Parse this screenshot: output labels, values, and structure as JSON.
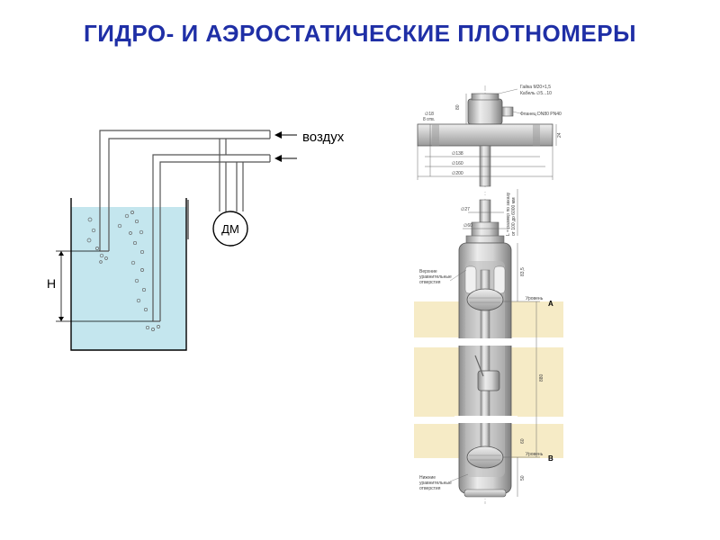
{
  "title": "ГИДРО- И АЭРОСТАТИЧЕСКИЕ ПЛОТНОМЕРЫ",
  "colors": {
    "title": "#1f2fa6",
    "liquid": "#c4e6ee",
    "zone": "#f6ebc6",
    "device": "#c8c8c8"
  },
  "left_diagram": {
    "air_label": "воздух",
    "gauge_label": "ДМ",
    "height_label": "H"
  },
  "right_diagram": {
    "callouts": {
      "nut": "Гайка М20×1,5",
      "cable": "Кабель ∅5...10",
      "flange": "Фланец DN80 PN40",
      "upper_holes_1": "Верхние",
      "upper_holes_2": "уравнительные",
      "upper_holes_3": "отверстия",
      "lower_holes_1": "Нижние",
      "lower_holes_2": "уравнительные",
      "lower_holes_3": "отверстия",
      "level_a_text": "Уровень",
      "level_b_text": "Уровень",
      "level_a": "A",
      "level_b": "B",
      "length_1": "L = размер по заказу",
      "length_2": "от 100 до 6000 мм"
    },
    "dimensions": {
      "d18": "∅18",
      "holes": "8 отв.",
      "d138": "∅138",
      "d160": "∅160",
      "d200": "∅200",
      "d27": "∅27",
      "d60": "∅60",
      "h80": "80",
      "h24": "24",
      "h835": "83,5",
      "h880": "880",
      "h60": "60",
      "h50": "50"
    }
  }
}
